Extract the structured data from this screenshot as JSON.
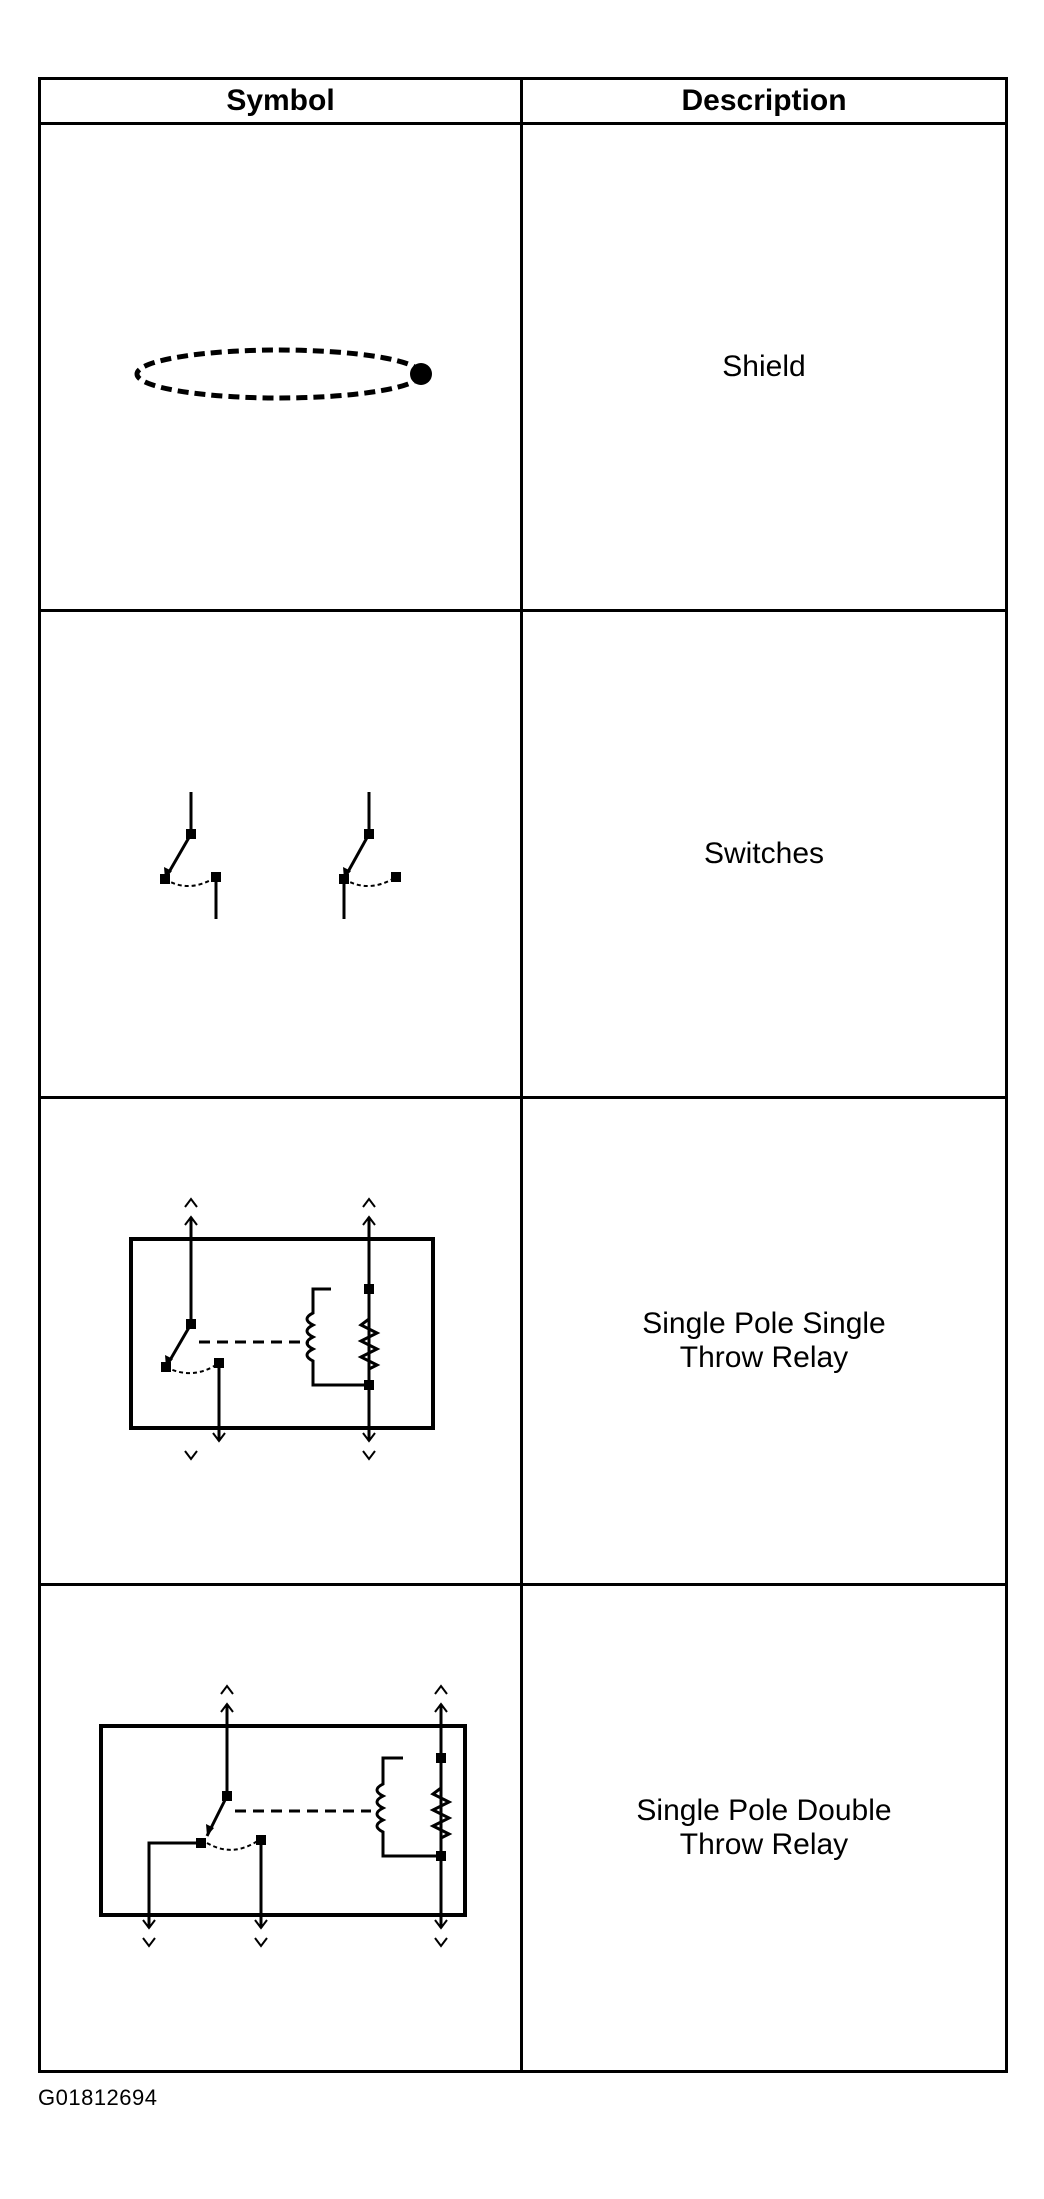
{
  "table": {
    "headers": {
      "symbol": "Symbol",
      "description": "Description"
    },
    "rows": [
      {
        "symbol_icon": "shield-symbol",
        "description": "Shield"
      },
      {
        "symbol_icon": "switches-symbol",
        "description": "Switches"
      },
      {
        "symbol_icon": "spst-relay-symbol",
        "description": "Single Pole Single\nThrow Relay"
      },
      {
        "symbol_icon": "spdt-relay-symbol",
        "description": "Single Pole Double\nThrow Relay"
      }
    ]
  },
  "figure_code": "G01812694"
}
